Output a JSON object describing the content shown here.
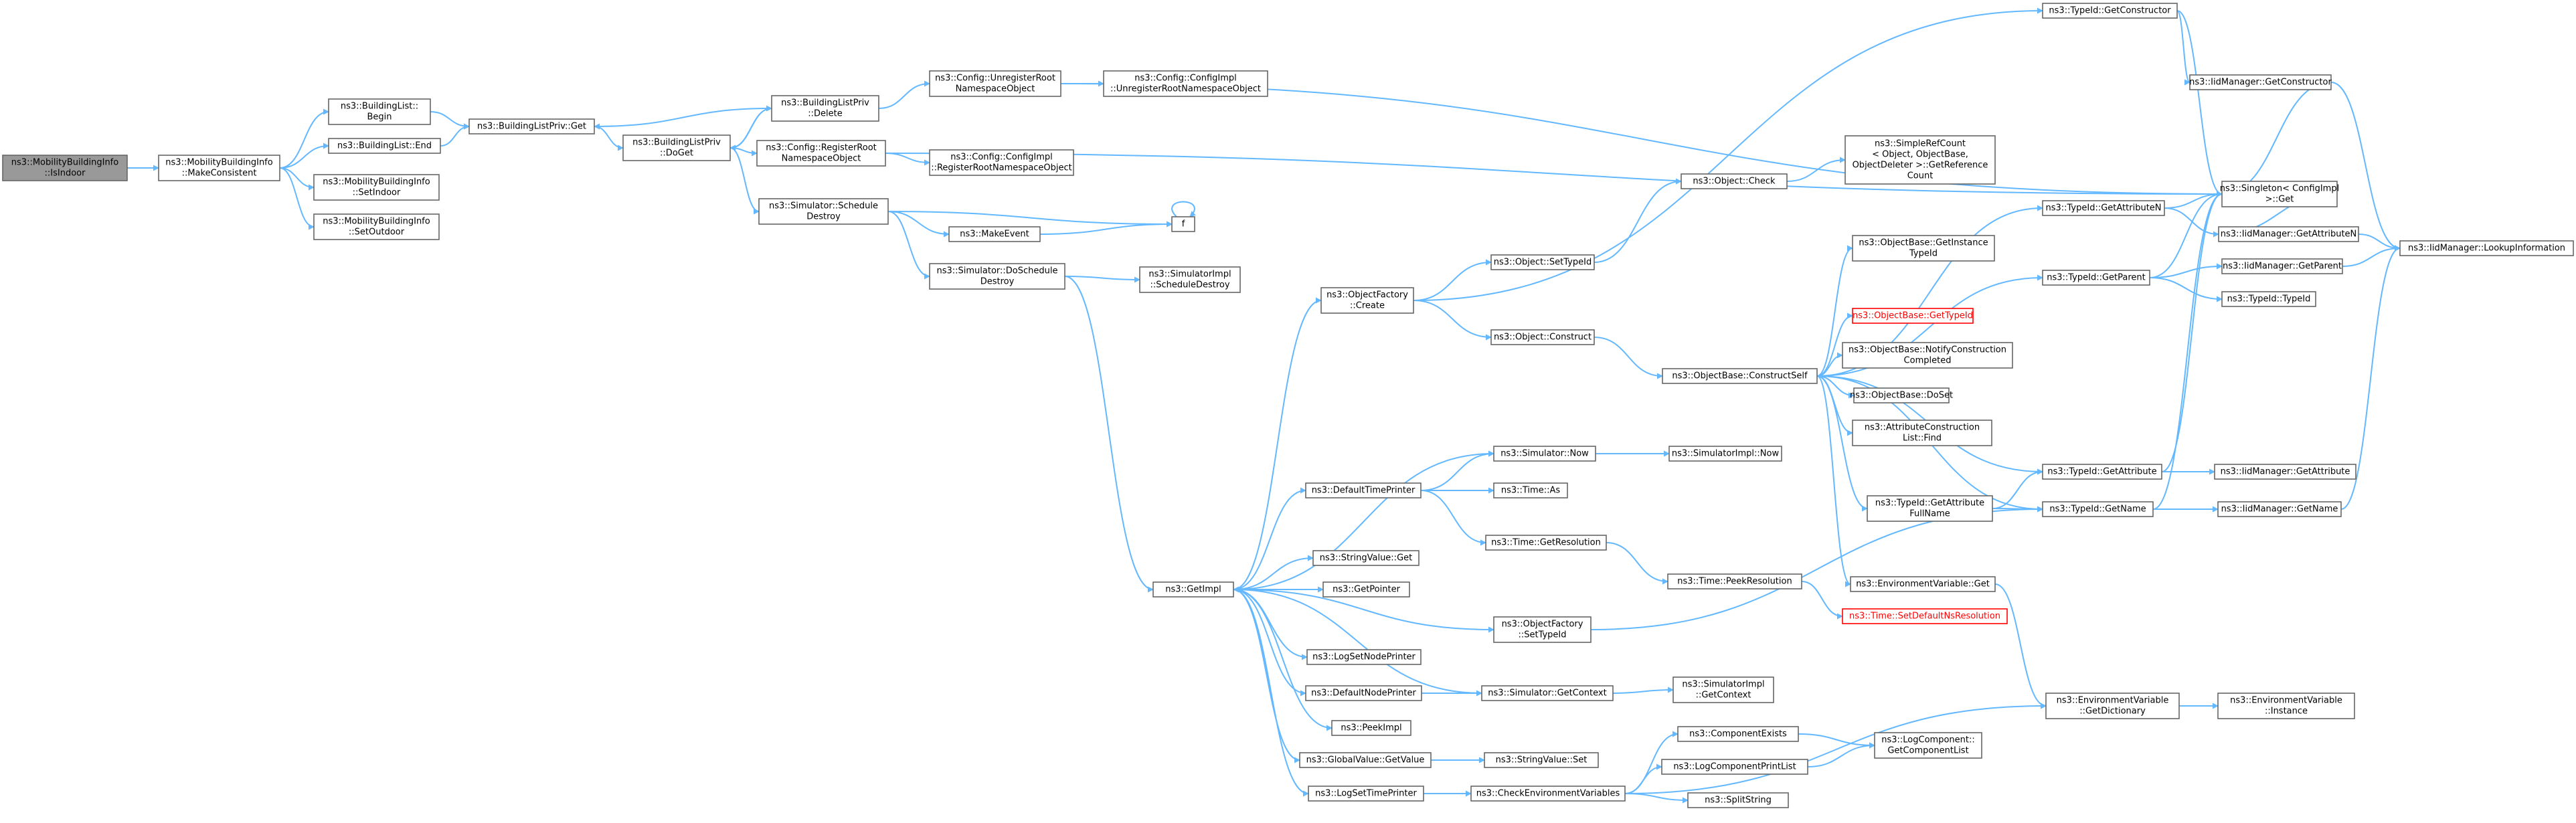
{
  "nodes": [
    {
      "id": "isindoor",
      "lines": [
        "ns3::MobilityBuildingInfo",
        "::IsIndoor"
      ]
    },
    {
      "id": "makeconsistent",
      "lines": [
        "ns3::MobilityBuildingInfo",
        "::MakeConsistent"
      ]
    },
    {
      "id": "bl_begin",
      "lines": [
        "ns3::BuildingList::",
        "Begin"
      ]
    },
    {
      "id": "bl_end",
      "lines": [
        "ns3::BuildingList::End"
      ]
    },
    {
      "id": "setindoor",
      "lines": [
        "ns3::MobilityBuildingInfo",
        "::SetIndoor"
      ]
    },
    {
      "id": "setoutdoor",
      "lines": [
        "ns3::MobilityBuildingInfo",
        "::SetOutdoor"
      ]
    },
    {
      "id": "blp_get",
      "lines": [
        "ns3::BuildingListPriv::Get"
      ]
    },
    {
      "id": "blp_doget",
      "lines": [
        "ns3::BuildingListPriv",
        "::DoGet"
      ]
    },
    {
      "id": "blp_delete",
      "lines": [
        "ns3::BuildingListPriv",
        "::Delete"
      ]
    },
    {
      "id": "unregister",
      "lines": [
        "ns3::Config::UnregisterRoot",
        "NamespaceObject"
      ]
    },
    {
      "id": "cfgimpl_unregister",
      "lines": [
        "ns3::Config::ConfigImpl",
        "::UnregisterRootNamespaceObject"
      ]
    },
    {
      "id": "register",
      "lines": [
        "ns3::Config::RegisterRoot",
        "NamespaceObject"
      ]
    },
    {
      "id": "cfgimpl_register",
      "lines": [
        "ns3::Config::ConfigImpl",
        "::RegisterRootNamespaceObject"
      ]
    },
    {
      "id": "sched_destroy",
      "lines": [
        "ns3::Simulator::Schedule",
        "Destroy"
      ]
    },
    {
      "id": "makeevent",
      "lines": [
        "ns3::MakeEvent"
      ]
    },
    {
      "id": "f",
      "lines": [
        "f"
      ]
    },
    {
      "id": "doschedule",
      "lines": [
        "ns3::Simulator::DoSchedule",
        "Destroy"
      ]
    },
    {
      "id": "simimpl_sched",
      "lines": [
        "ns3::SimulatorImpl",
        "::ScheduleDestroy"
      ]
    },
    {
      "id": "typeid_getctor",
      "lines": [
        "ns3::TypeId::GetConstructor"
      ]
    },
    {
      "id": "iidm_getctor",
      "lines": [
        "ns3::IidManager::GetConstructor"
      ]
    },
    {
      "id": "singleton_get",
      "lines": [
        "ns3::Singleton< ConfigImpl",
        " >::Get"
      ]
    },
    {
      "id": "iidm_getattrn",
      "lines": [
        "ns3::IidManager::GetAttributeN"
      ]
    },
    {
      "id": "iidm_lookup",
      "lines": [
        "ns3::IidManager::LookupInformation"
      ]
    },
    {
      "id": "iidm_getparent",
      "lines": [
        "ns3::IidManager::GetParent"
      ]
    },
    {
      "id": "typeid_typeid",
      "lines": [
        "ns3::TypeId::TypeId"
      ]
    },
    {
      "id": "typeid_getattrn",
      "lines": [
        "ns3::TypeId::GetAttributeN"
      ]
    },
    {
      "id": "typeid_getparent",
      "lines": [
        "ns3::TypeId::GetParent"
      ]
    },
    {
      "id": "obj_check",
      "lines": [
        "ns3::Object::Check"
      ]
    },
    {
      "id": "refcount",
      "lines": [
        "ns3::SimpleRefCount",
        "< Object, ObjectBase,",
        " ObjectDeleter >::GetReference",
        "Count"
      ]
    },
    {
      "id": "objf_create",
      "lines": [
        "ns3::ObjectFactory",
        "::Create"
      ]
    },
    {
      "id": "obj_settypeid",
      "lines": [
        "ns3::Object::SetTypeId"
      ]
    },
    {
      "id": "obj_construct",
      "lines": [
        "ns3::Object::Construct"
      ]
    },
    {
      "id": "getinstance",
      "lines": [
        "ns3::ObjectBase::GetInstance",
        "TypeId"
      ]
    },
    {
      "id": "ob_gettypeid",
      "lines": [
        "ns3::ObjectBase::GetTypeId"
      ],
      "highlight": "red"
    },
    {
      "id": "ob_notify",
      "lines": [
        "ns3::ObjectBase::NotifyConstruction",
        "Completed"
      ]
    },
    {
      "id": "ob_doset",
      "lines": [
        "ns3::ObjectBase::DoSet"
      ]
    },
    {
      "id": "acl_find",
      "lines": [
        "ns3::AttributeConstruction",
        "List::Find"
      ]
    },
    {
      "id": "constructself",
      "lines": [
        "ns3::ObjectBase::ConstructSelf"
      ]
    },
    {
      "id": "typeid_getattr",
      "lines": [
        "ns3::TypeId::GetAttribute"
      ]
    },
    {
      "id": "iidm_getattr",
      "lines": [
        "ns3::IidManager::GetAttribute"
      ]
    },
    {
      "id": "typeid_getattrfull",
      "lines": [
        "ns3::TypeId::GetAttribute",
        "FullName"
      ]
    },
    {
      "id": "typeid_getname",
      "lines": [
        "ns3::TypeId::GetName"
      ]
    },
    {
      "id": "iidm_getname",
      "lines": [
        "ns3::IidManager::GetName"
      ]
    },
    {
      "id": "env_get",
      "lines": [
        "ns3::EnvironmentVariable::Get"
      ]
    },
    {
      "id": "env_getdict",
      "lines": [
        "ns3::EnvironmentVariable",
        "::GetDictionary"
      ]
    },
    {
      "id": "env_instance",
      "lines": [
        "ns3::EnvironmentVariable",
        "::Instance"
      ]
    },
    {
      "id": "sim_now",
      "lines": [
        "ns3::Simulator::Now"
      ]
    },
    {
      "id": "simimpl_now",
      "lines": [
        "ns3::SimulatorImpl::Now"
      ]
    },
    {
      "id": "deftimeprinter",
      "lines": [
        "ns3::DefaultTimePrinter"
      ]
    },
    {
      "id": "time_as",
      "lines": [
        "ns3::Time::As"
      ]
    },
    {
      "id": "time_getres",
      "lines": [
        "ns3::Time::GetResolution"
      ]
    },
    {
      "id": "time_peekres",
      "lines": [
        "ns3::Time::PeekResolution"
      ]
    },
    {
      "id": "time_setdefres",
      "lines": [
        "ns3::Time::SetDefaultNsResolution"
      ],
      "highlight": "red"
    },
    {
      "id": "stringvalue_get",
      "lines": [
        "ns3::StringValue::Get"
      ]
    },
    {
      "id": "getimpl",
      "lines": [
        "ns3::GetImpl"
      ]
    },
    {
      "id": "getpointer",
      "lines": [
        "ns3::GetPointer"
      ]
    },
    {
      "id": "objf_settypeid",
      "lines": [
        "ns3::ObjectFactory",
        "::SetTypeId"
      ]
    },
    {
      "id": "logsetnodeprinter",
      "lines": [
        "ns3::LogSetNodePrinter"
      ]
    },
    {
      "id": "defnodeprinter",
      "lines": [
        "ns3::DefaultNodePrinter"
      ]
    },
    {
      "id": "sim_getcontext",
      "lines": [
        "ns3::Simulator::GetContext"
      ]
    },
    {
      "id": "simimpl_getcontext",
      "lines": [
        "ns3::SimulatorImpl",
        "::GetContext"
      ]
    },
    {
      "id": "peekimpl",
      "lines": [
        "ns3::PeekImpl"
      ]
    },
    {
      "id": "gv_getvalue",
      "lines": [
        "ns3::GlobalValue::GetValue"
      ]
    },
    {
      "id": "stringvalue_set",
      "lines": [
        "ns3::StringValue::Set"
      ]
    },
    {
      "id": "logsettimeprinter",
      "lines": [
        "ns3::LogSetTimePrinter"
      ]
    },
    {
      "id": "checkenv",
      "lines": [
        "ns3::CheckEnvironmentVariables"
      ]
    },
    {
      "id": "compexists",
      "lines": [
        "ns3::ComponentExists"
      ]
    },
    {
      "id": "logcompprintlist",
      "lines": [
        "ns3::LogComponentPrintList"
      ]
    },
    {
      "id": "splitstring",
      "lines": [
        "ns3::SplitString"
      ]
    },
    {
      "id": "lc_getcomplist",
      "lines": [
        "ns3::LogComponent::",
        "GetComponentList"
      ]
    }
  ]
}
